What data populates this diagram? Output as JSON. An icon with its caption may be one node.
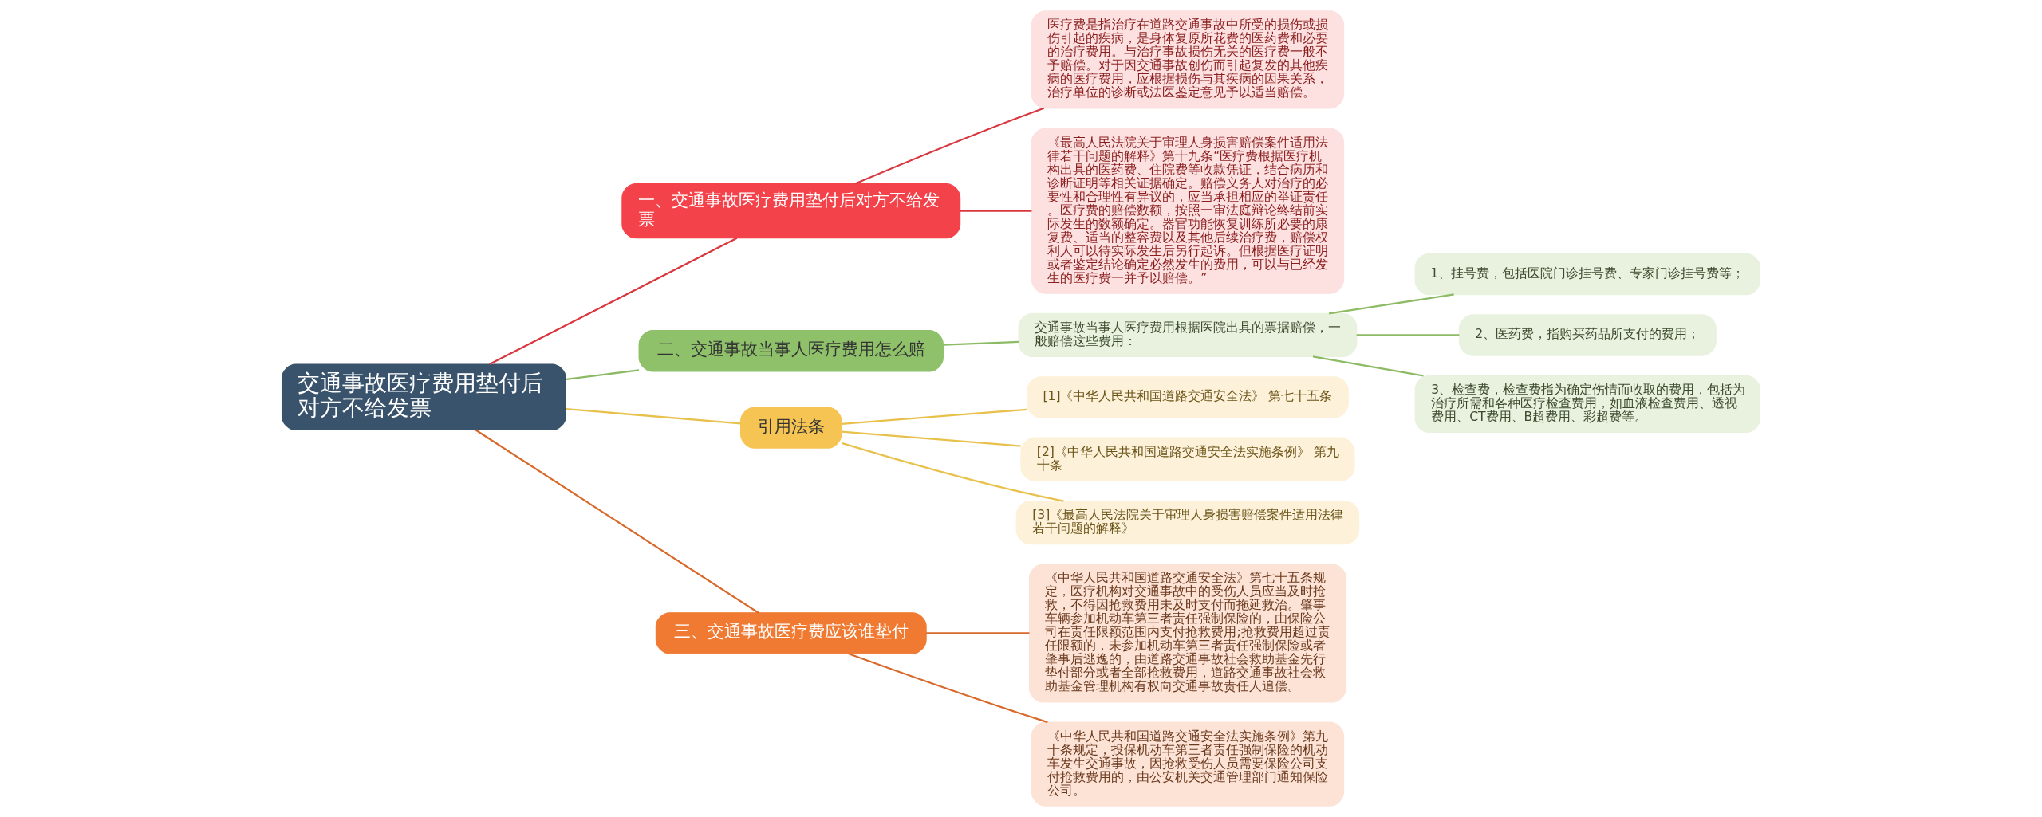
{
  "diagram": {
    "nodes": [
      {
        "text": [
          "交通事故医疗费用垫付后对方不给发票"
        ]
      },
      {
        "text": [
          "一、交通事故医疗费用垫付后对方不给发票"
        ]
      },
      {
        "text": [
          "医疗费是指治疗在道路交通事故中所受的损伤或损伤引起的疾病，是身体复原所花费的医药费和必要的治疗费用。与治疗事故损伤无关的医疗费一般不予赔偿。对于因交通事故创伤而引起复发的其他疾病的医疗费用，应根据损伤与其疾病的因果关系，治疗单位的诊断或法医鉴定意见予以适当赔偿。"
        ]
      },
      {
        "text": [
          "《最高人民法院关于审理人身损害赔偿案件适用法律若干问题的解释》第十九条“医疗费根据医疗机构出具的医药费、住院费等收款凭证，结合病历和诊断证明等相关证据确定。赔偿义务人对治疗的必要性和合理性有异议的，应当承担相应的举证责任。医疗费的赔偿数额，按照一审法庭辩论终结前实际发生的数额确定。器官功能恢复训练所必要的康复费、适当的整容费以及其他后续治疗费，赔偿权利人可以待实际发生后另行起诉。但根据医疗证明或者鉴定结论确定必然发生的费用，可以与已经发生的医疗费一并予以赔偿。”"
        ]
      },
      {
        "text": [
          "二、交通事故当事人医疗费用怎么赔"
        ]
      },
      {
        "text": [
          "交通事故当事人医疗费用根据医院出具的票据赔偿，一般赔偿这些费用："
        ]
      },
      {
        "text": [
          "1、挂号费，包括医院门诊挂号费、专家门诊挂号费等；"
        ]
      },
      {
        "text": [
          "2、医药费，指购买药品所支付的费用；"
        ]
      },
      {
        "text": [
          "3、检查费，检查费指为确定伤情而收取的费用，包括为治疗所需和各种医疗检查费用，如血液检查费用、透视费用、CT费用、B超费用、彩超费等。"
        ]
      },
      {
        "text": [
          "引用法条"
        ]
      },
      {
        "text": [
          "[1]《中华人民共和国道路交通安全法》 第七十五条"
        ]
      },
      {
        "text": [
          "[2]《中华人民共和国道路交通安全法实施条例》 第九十条"
        ]
      },
      {
        "text": [
          "[3]《最高人民法院关于审理人身损害赔偿案件适用法律若干问题的解释》"
        ]
      },
      {
        "text": [
          "三、交通事故医疗费应该谁垫付"
        ]
      },
      {
        "text": [
          "《中华人民共和国道路交通安全法》第七十五条规定，医疗机构对交通事故中的受伤人员应当及时抢救，不得因抢救费用未及时支付而拖延救治。肇事车辆参加机动车第三者责任强制保险的，由保险公司在责任限额范围内支付抢救费用;抢救费用超过责任限额的，未参加机动车第三者责任强制保险或者肇事后逃逸的，由道路交通事故社会救助基金先行垫付部分或者全部抢救费用，道路交通事故社会救助基金管理机构有权向交通事故责任人追偿。"
        ]
      },
      {
        "text": [
          "《中华人民共和国道路交通安全法实施条例》第九十条规定，投保机动车第三者责任强制保险的机动车发生交通事故，因抢救受伤人员需要保险公司支付抢救费用的，由公安机关交通管理部门通知保险公司。"
        ]
      }
    ],
    "edges": [
      {
        "from": 0,
        "to": 1,
        "arrow": "none",
        "color": "#d9363e"
      },
      {
        "from": 1,
        "to": 2,
        "arrow": "none",
        "color": "#d9363e"
      },
      {
        "from": 1,
        "to": 3,
        "arrow": "none",
        "color": "#d9363e"
      },
      {
        "from": 0,
        "to": 4,
        "arrow": "none",
        "color": "#8dbb65"
      },
      {
        "from": 4,
        "to": 5,
        "arrow": "none",
        "color": "#8dbb65"
      },
      {
        "from": 5,
        "to": 6,
        "arrow": "none",
        "color": "#8dbb65"
      },
      {
        "from": 5,
        "to": 7,
        "arrow": "none",
        "color": "#8dbb65"
      },
      {
        "from": 5,
        "to": 8,
        "arrow": "none",
        "color": "#8dbb65"
      },
      {
        "from": 0,
        "to": 9,
        "arrow": "none",
        "color": "#e8c14d"
      },
      {
        "from": 9,
        "to": 10,
        "arrow": "none",
        "color": "#e8c14d"
      },
      {
        "from": 9,
        "to": 11,
        "arrow": "none",
        "color": "#e8c14d"
      },
      {
        "from": 9,
        "to": 12,
        "arrow": "none",
        "color": "#e8c14d"
      },
      {
        "from": 0,
        "to": 13,
        "arrow": "none",
        "color": "#d9692b"
      },
      {
        "from": 13,
        "to": 14,
        "arrow": "none",
        "color": "#d9692b"
      },
      {
        "from": 13,
        "to": 15,
        "arrow": "none",
        "color": "#d9692b"
      }
    ]
  }
}
